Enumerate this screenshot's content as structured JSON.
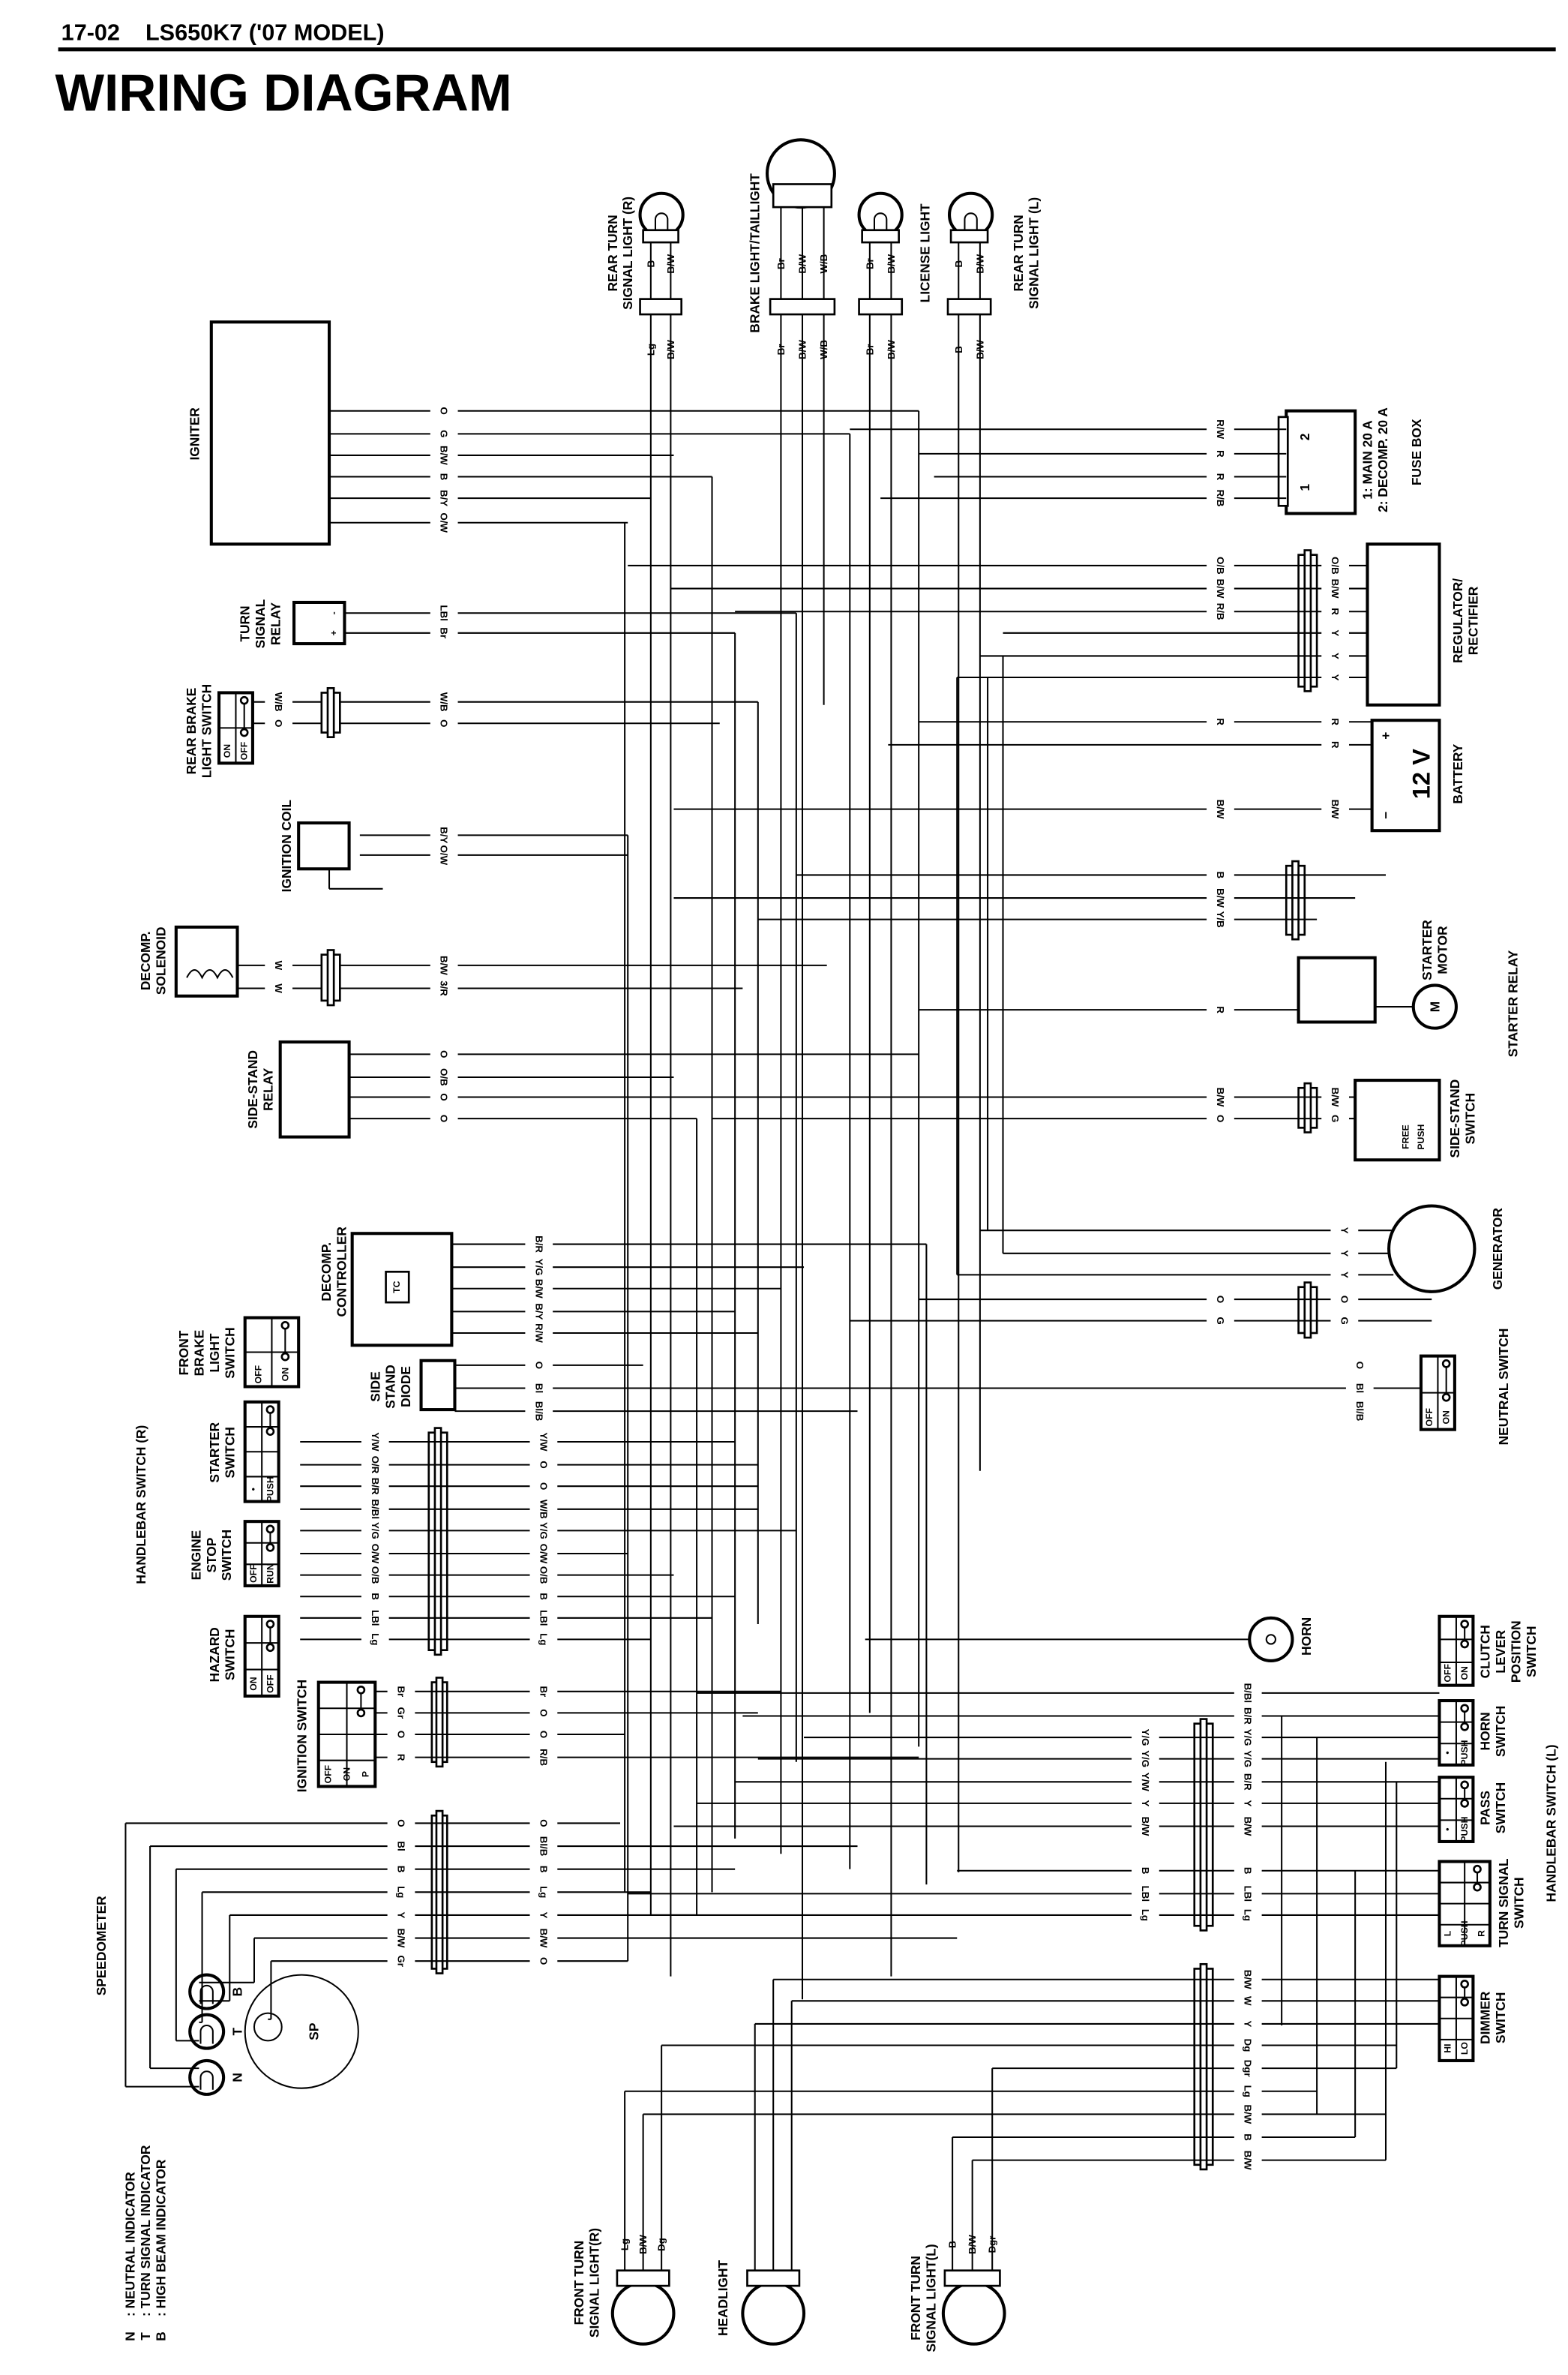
{
  "header": {
    "page": "17-02",
    "model": "LS650K7 ('07 MODEL)",
    "title": "WIRING DIAGRAM"
  },
  "groups": {
    "handlebar_r": "HANDLEBAR SWITCH (R)",
    "handlebar_l": "HANDLEBAR SWITCH (L)",
    "starter_relay": "STARTER RELAY",
    "speedometer": "SPEEDOMETER"
  },
  "components": {
    "igniter": {
      "label": [
        "IGNITER"
      ],
      "wires": [
        "O",
        "G",
        "B/W",
        "B",
        "B/Y",
        "O/W"
      ]
    },
    "turn_relay": {
      "label": [
        "TURN",
        "SIGNAL",
        "RELAY"
      ],
      "wires": [
        "LBl",
        "Br"
      ],
      "terminals": [
        "-",
        "+"
      ]
    },
    "rear_brake": {
      "label": [
        "REAR BRAKE",
        "LIGHT SWITCH"
      ],
      "inner": [
        "W/B",
        "O"
      ],
      "wires": [
        "W/B",
        "O"
      ],
      "positions": [
        "ON",
        "OFF"
      ]
    },
    "ign_coil": {
      "label": [
        "IGNITION COIL"
      ],
      "wires": [
        "B/Y",
        "O/W"
      ]
    },
    "solenoid": {
      "label": [
        "DECOMP.",
        "SOLENOID"
      ],
      "inner": [
        "W",
        "W"
      ],
      "wires": [
        "B/W",
        "3/R"
      ]
    },
    "ss_relay": {
      "label": [
        "SIDE-STAND",
        "RELAY"
      ],
      "wires": [
        "O",
        "O/B",
        "O",
        "O"
      ]
    },
    "decomp_ctrl": {
      "label": [
        "DECOMP.",
        "CONTROLLER"
      ],
      "wires": [
        "B/R",
        "Y/G",
        "B/W",
        "B/Y",
        "R/W"
      ],
      "inside": "TC"
    },
    "ss_diode": {
      "label": [
        "SIDE",
        "STAND",
        "DIODE"
      ],
      "wires": [
        "O",
        "Bl",
        "Bl/B"
      ]
    },
    "front_brake": {
      "label": [
        "FRONT",
        "BRAKE",
        "LIGHT",
        "SWITCH"
      ],
      "positions": [
        "OFF",
        "ON"
      ]
    },
    "starter_sw": {
      "label": [
        "STARTER",
        "SWITCH"
      ],
      "positions": [
        "•",
        "PUSH"
      ]
    },
    "engine_stop": {
      "label": [
        "ENGINE",
        "STOP",
        "SWITCH"
      ],
      "positions": [
        "OFF",
        "RUN"
      ]
    },
    "hazard": {
      "label": [
        "HAZARD",
        "SWITCH"
      ],
      "positions": [
        "ON",
        "OFF"
      ]
    },
    "hb_r_conn": {
      "inner": [
        "Y/W",
        "O/R",
        "B/R",
        "B/Bl",
        "Y/G",
        "O/W",
        "O/B",
        "B",
        "LBl",
        "Lg"
      ],
      "outer": [
        "Y/W",
        "O",
        "O",
        "W/B",
        "Y/G",
        "O/W",
        "O/B",
        "B",
        "LBl",
        "Lg"
      ]
    },
    "ign_switch": {
      "label": [
        "IGNITION SWITCH"
      ],
      "inner": [
        "Br",
        "Gr",
        "O",
        "R"
      ],
      "outer": [
        "Br",
        "O",
        "O",
        "R/B"
      ],
      "positions": [
        "OFF",
        "ON",
        "P"
      ]
    },
    "speedometer": {
      "inner": [
        "O",
        "Bl",
        "B",
        "Lg",
        "Y",
        "B/W",
        "Gr"
      ],
      "outer": [
        "O",
        "Bl/B",
        "B",
        "Lg",
        "Y",
        "B/W",
        "O"
      ],
      "lamps": [
        "B",
        "T",
        "N"
      ],
      "gauge": "SP"
    },
    "fuse": {
      "label": [
        "1: MAIN        20 A",
        "2: DECOMP. 20 A"
      ],
      "title": "FUSE BOX",
      "wires": [
        "R/W",
        "R",
        "R",
        "R/B"
      ],
      "fuses": [
        "2",
        "1"
      ]
    },
    "regulator": {
      "label": [
        "REGULATOR/",
        "RECTIFIER"
      ],
      "outer": [
        "O/B",
        "B/W",
        "R/B",
        "",
        "",
        ""
      ],
      "inner": [
        "O/B",
        "B/W",
        "R",
        "Y",
        "Y",
        "Y"
      ]
    },
    "battery": {
      "label": [
        "BATTERY"
      ],
      "voltage": "12 V",
      "outer": [
        "R",
        "",
        "B/W"
      ],
      "inner": [
        "R",
        "R",
        "B/W"
      ],
      "terminals": [
        "+",
        "−"
      ]
    },
    "starter": {
      "label": [
        "STARTER",
        "MOTOR"
      ],
      "wires": [
        "B",
        "B/W",
        "Y/B",
        "R"
      ],
      "motor": "M"
    },
    "ss_switch": {
      "label": [
        "SIDE-STAND",
        "SWITCH"
      ],
      "outer": [
        "B/W",
        "O"
      ],
      "inner": [
        "B/W",
        "G"
      ],
      "positions": [
        "FREE",
        "PUSH"
      ]
    },
    "generator": {
      "label": [
        "GENERATOR"
      ],
      "outer": [
        "",
        "",
        "",
        "O",
        "G"
      ],
      "inner": [
        "Y",
        "Y",
        "Y",
        "O",
        "G"
      ]
    },
    "neutral": {
      "label": [
        "NEUTRAL SWITCH"
      ],
      "wires": [
        "Bl"
      ],
      "positions": [
        "OFF",
        "ON"
      ]
    },
    "horn": {
      "label": [
        "HORN"
      ]
    },
    "hb_l_conn1": {
      "inner": [
        "",
        "",
        "Y/G",
        "Y/G",
        "Y/W",
        "Y",
        "B/W",
        "B",
        "LBl",
        "Lg"
      ],
      "outer": [
        "B/Bl",
        "B/R",
        "Y/G",
        "Y/G",
        "B/R",
        "Y",
        "B/W",
        "B",
        "LBl",
        "Lg"
      ]
    },
    "hb_l_conn2": {
      "wires": [
        "B/W",
        "W",
        "Y",
        "Dg",
        "Dgr",
        "Lg",
        "B/W",
        "B",
        "B/W"
      ]
    },
    "clutch_sw": {
      "label": [
        "CLUTCH",
        "LEVER",
        "POSITION",
        "SWITCH"
      ],
      "positions": [
        "OFF",
        "ON"
      ]
    },
    "horn_sw": {
      "label": [
        "HORN",
        "SWITCH"
      ],
      "positions": [
        "•",
        "PUSH"
      ]
    },
    "pass_sw": {
      "label": [
        "PASS",
        "SWITCH"
      ],
      "positions": [
        "•",
        "PUSH"
      ]
    },
    "turn_sw": {
      "label": [
        "TURN SIGNAL",
        "SWITCH"
      ],
      "positions": [
        "L",
        "PUSH",
        "R"
      ]
    },
    "dimmer": {
      "label": [
        "DIMMER",
        "SWITCH"
      ],
      "positions": [
        "HI",
        "LO"
      ]
    },
    "rear_turn_r": {
      "label": [
        "REAR TURN",
        "SIGNAL LIGHT (R)"
      ],
      "top": [
        "B",
        "B/W"
      ],
      "bottom": [
        "Lg",
        "B/W"
      ]
    },
    "brake_tail": {
      "label": [
        "BRAKE LIGHT/TAILLIGHT"
      ],
      "top": [
        "Br",
        "B/W",
        "W/B"
      ],
      "bottom": [
        "Br",
        "B/W",
        "W/B"
      ]
    },
    "license": {
      "label": [
        "LICENSE LIGHT"
      ],
      "top": [
        "Br",
        "B/W"
      ],
      "bottom": [
        "Br",
        "B/W"
      ]
    },
    "rear_turn_l": {
      "label": [
        "REAR TURN",
        "SIGNAL LIGHT (L)"
      ],
      "top": [
        "B",
        "B/W"
      ],
      "bottom": [
        "B",
        "B/W"
      ]
    },
    "front_turn_r": {
      "label": [
        "FRONT TURN",
        "SIGNAL LIGHT(R)"
      ],
      "wires": [
        "Lg",
        "B/W",
        "Dg"
      ]
    },
    "headlight": {
      "label": [
        "HEADLIGHT"
      ]
    },
    "front_turn_l": {
      "label": [
        "FRONT TURN",
        "SIGNAL LIGHT(L)"
      ],
      "wires": [
        "B",
        "B/W",
        "Dgr"
      ]
    }
  },
  "legend": [
    {
      "key": "N",
      "text": ": NEUTRAL INDICATOR"
    },
    {
      "key": "T",
      "text": ": TURN SIGNAL INDICATOR"
    },
    {
      "key": "B",
      "text": ": HIGH BEAM  INDICATOR"
    }
  ]
}
